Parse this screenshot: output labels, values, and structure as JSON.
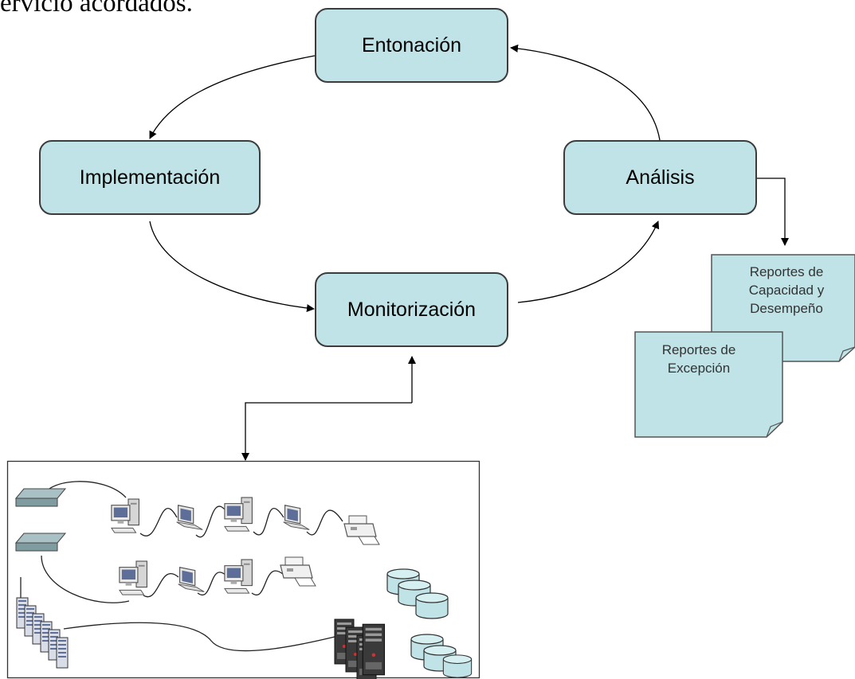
{
  "header": {
    "text": "ervicio acordados."
  },
  "colors": {
    "node_fill": "#bfe3e6",
    "node_border": "#3c3c3c",
    "line": "#000000"
  },
  "nodes": {
    "entonacion": "Entonación",
    "implementacion": "Implementación",
    "analisis": "Análisis",
    "monitorizacion": "Monitorización"
  },
  "documents": {
    "capacity_report": [
      "Reportes de",
      "Capacidad y",
      "Desempeño"
    ],
    "exception_report": [
      "Reportes de",
      "Excepción"
    ]
  },
  "icons": [
    "network-switch-icon",
    "desktop-computer-icon",
    "laptop-icon",
    "printer-icon",
    "server-rack-icon",
    "tower-server-icon",
    "database-icon"
  ]
}
